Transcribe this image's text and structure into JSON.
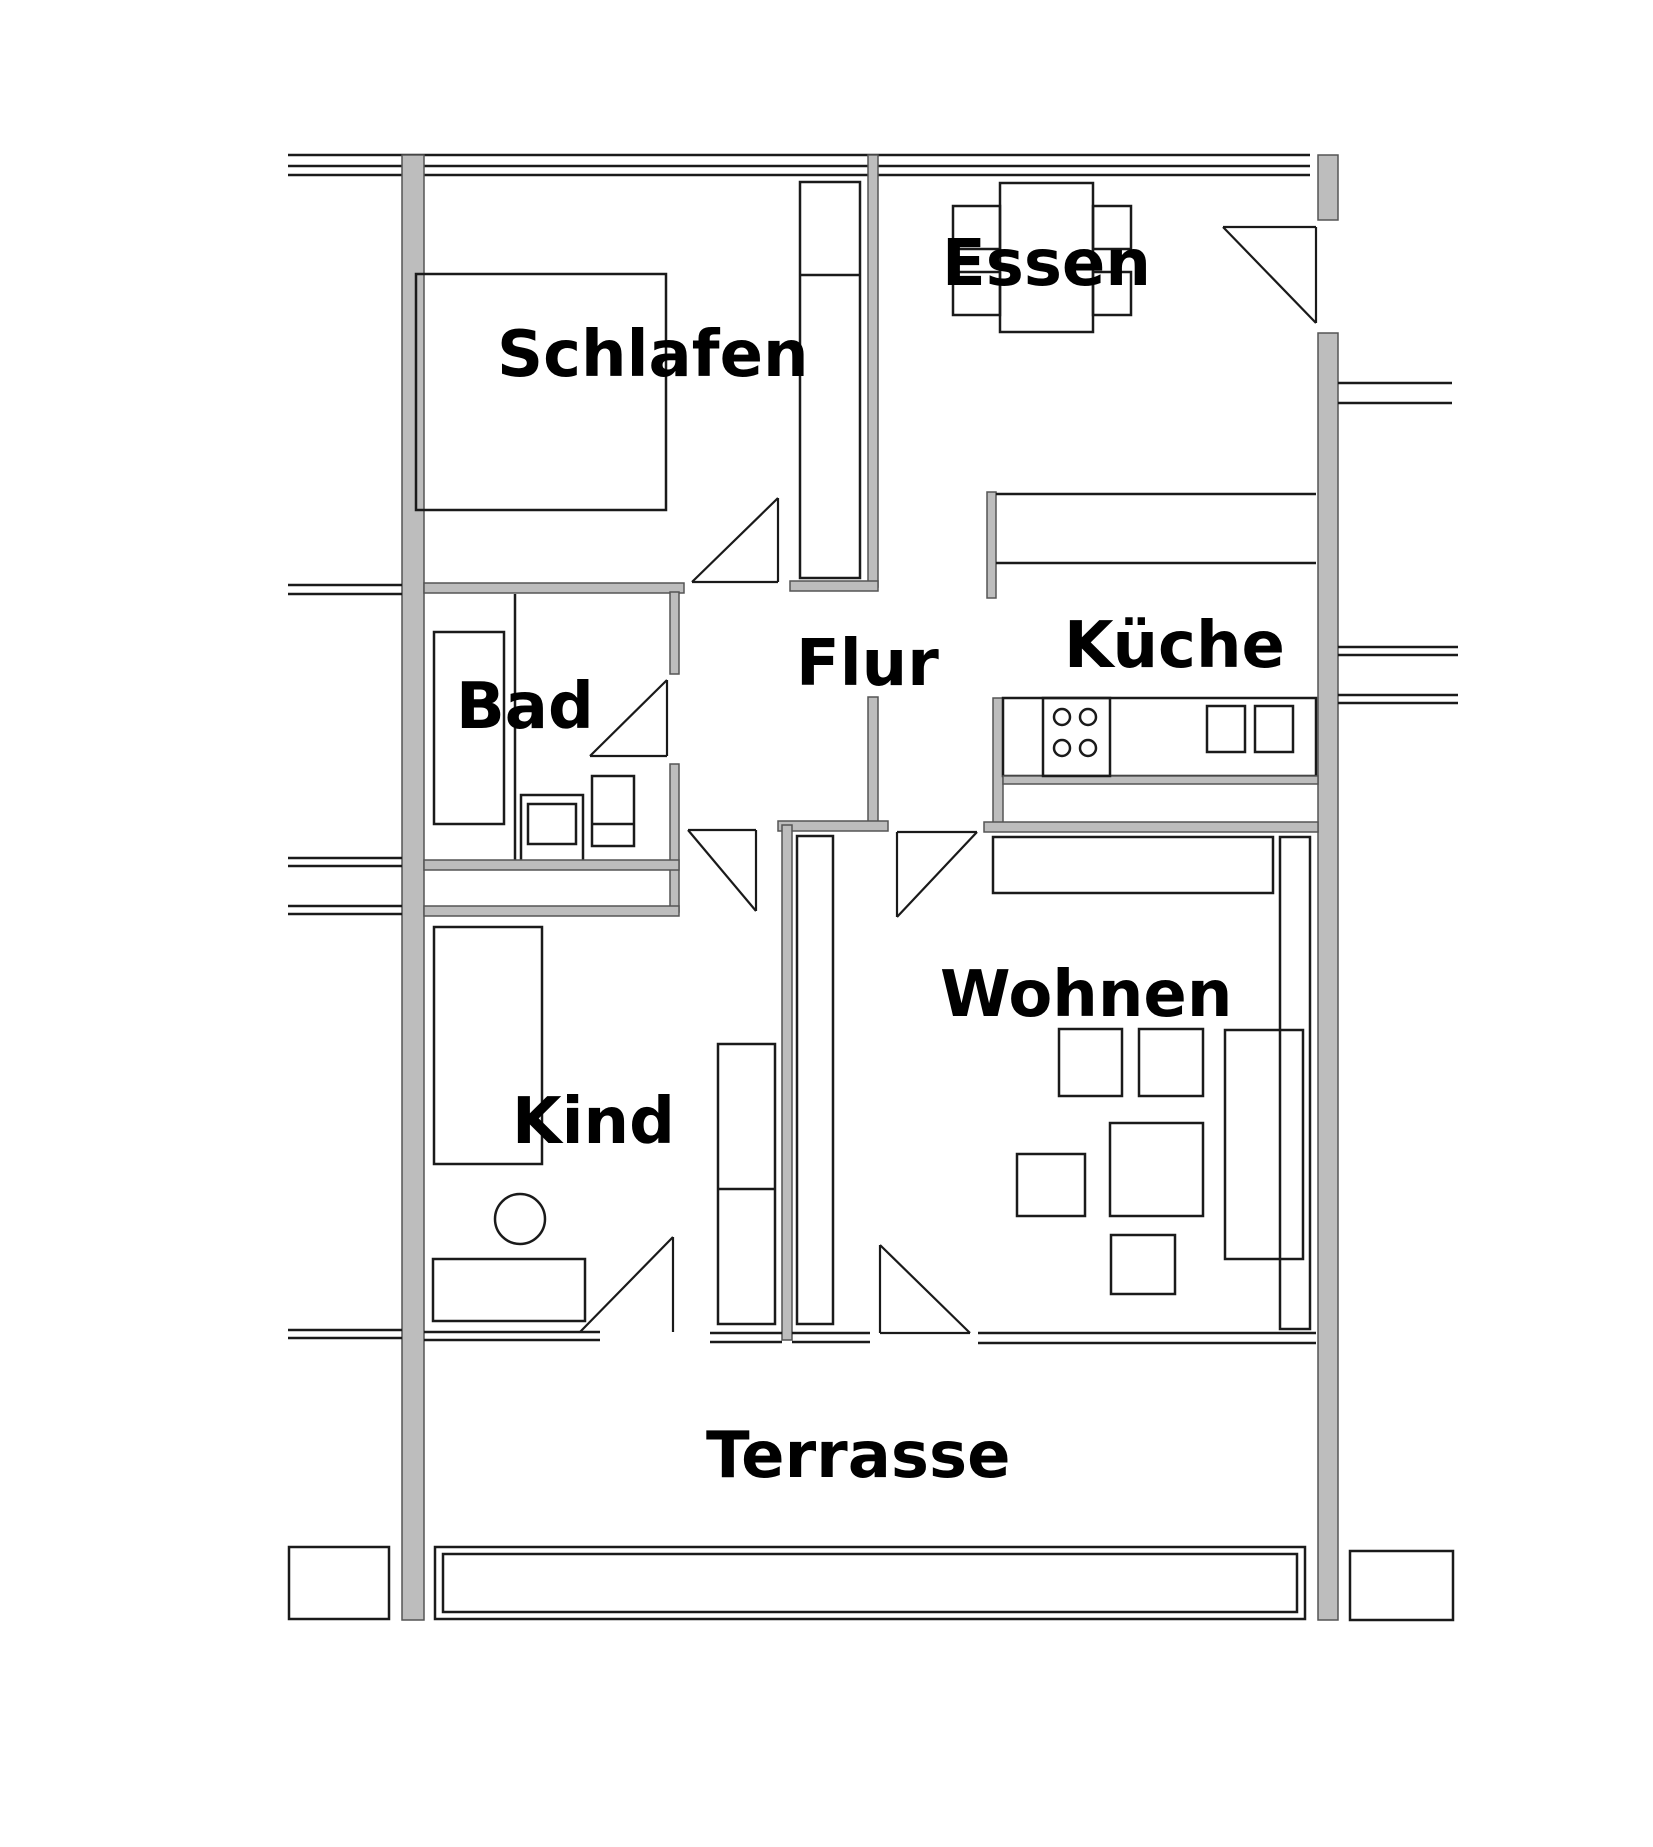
{
  "floor_plan": {
    "rooms": {
      "schlafen": "Schlafen",
      "essen": "Essen",
      "flur": "Flur",
      "kueche": "Küche",
      "bad": "Bad",
      "wohnen": "Wohnen",
      "kind": "Kind",
      "terrasse": "Terrasse"
    },
    "colors": {
      "wall_fill": "#bdbdbd",
      "line": "#1a1a1a",
      "background": "#ffffff"
    }
  }
}
